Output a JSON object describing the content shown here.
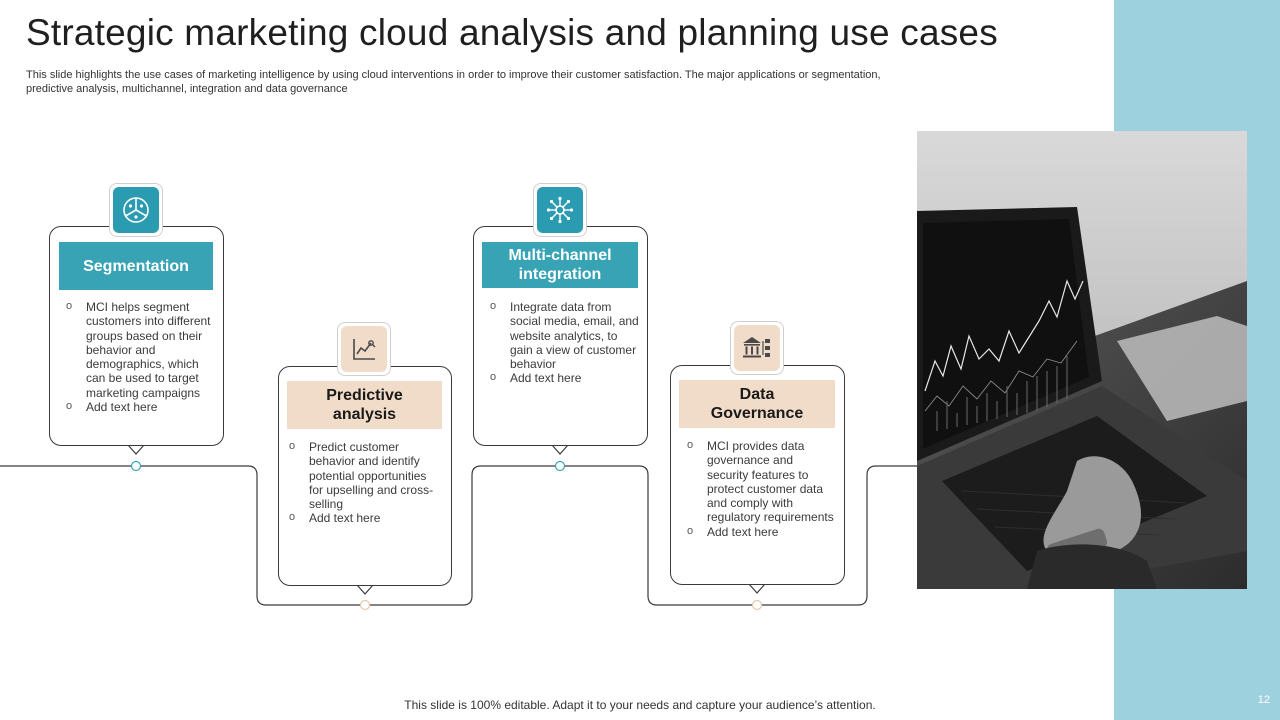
{
  "title": "Strategic marketing cloud analysis and planning use cases",
  "subtitle": "This slide highlights the use cases of marketing intelligence by using cloud interventions in order to improve their customer satisfaction. The major applications or segmentation, predictive analysis, multichannel, integration and data governance",
  "cards": [
    {
      "heading": "Segmentation",
      "icon": "pie-chart-users-icon",
      "bullets": [
        "MCI helps segment customers into different groups based on their behavior and demographics, which can be used to target marketing campaigns",
        "Add text here"
      ]
    },
    {
      "heading": "Predictive analysis",
      "icon": "trend-analysis-icon",
      "bullets": [
        "Predict customer behavior and identify potential opportunities for upselling and cross-selling",
        "Add text here"
      ]
    },
    {
      "heading": "Multi-channel integration",
      "icon": "network-hub-icon",
      "bullets": [
        "Integrate data from social media, email, and website analytics, to gain a view of customer behavior",
        "Add text here"
      ]
    },
    {
      "heading": "Data Governance",
      "icon": "governance-building-icon",
      "bullets": [
        "MCI provides data governance and security features to protect customer data and comply with regulatory requirements",
        "Add text here"
      ]
    }
  ],
  "photo": {
    "subject": "laptop-stock-chart-photo"
  },
  "footer": "This slide is 100% editable. Adapt it to your needs and capture your audience’s attention.",
  "page_number": "12",
  "colors": {
    "teal": "#38a3b5",
    "beige": "#f0dcc8",
    "band": "#9dd1dd",
    "line": "#3a3a3a"
  }
}
